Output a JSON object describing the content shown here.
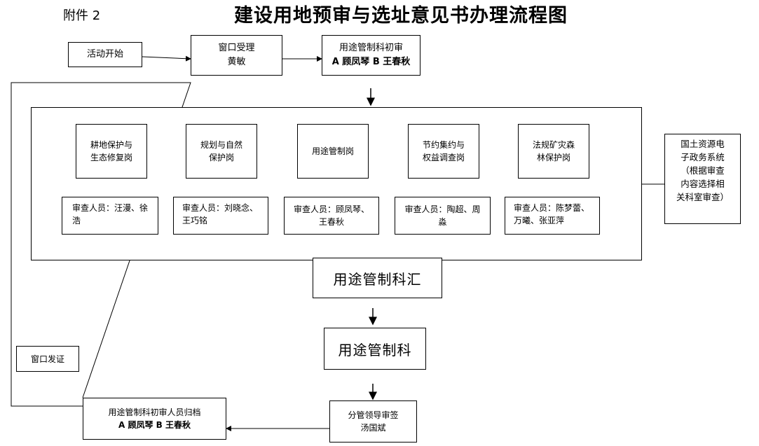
{
  "attachment_label": "附件 2",
  "title": "建设用地预审与选址意见书办理流程图",
  "start": "活动开始",
  "window_accept": {
    "line1": "窗口受理",
    "line2": "黄敏"
  },
  "initial_review": {
    "line1": "用途管制科初审",
    "line2": "A 顾凤琴 B 王春秋"
  },
  "posts": [
    {
      "title_l1": "耕地保护与",
      "title_l2": "生态修复岗",
      "rev_l1": "审查人员：汪漫、徐",
      "rev_l2": "浩"
    },
    {
      "title_l1": "规划与自然",
      "title_l2": "保护岗",
      "rev_l1": "审查人员：刘晓念、",
      "rev_l2": "王巧铭"
    },
    {
      "title_l1": "用途管制岗",
      "title_l2": "",
      "rev_l1": "审查人员：顾凤琴、",
      "rev_l2": "王春秋"
    },
    {
      "title_l1": "节约集约与",
      "title_l2": "权益调查岗",
      "rev_l1": "审查人员：陶超、周",
      "rev_l2": "淼"
    },
    {
      "title_l1": "法规矿灾森",
      "title_l2": "林保护岗",
      "rev_l1": "审查人员：陈梦蕾、",
      "rev_l2": "万曦、张亚萍"
    }
  ],
  "system_note": {
    "l1": "国土资源电",
    "l2": "子政务系统",
    "l3": "（根据审查",
    "l4": "内容选择相",
    "l5": "关科室审查）"
  },
  "summary": "用途管制科汇",
  "control_dept": "用途管制科",
  "leader_review": {
    "line1": "分管领导审签",
    "line2": "汤国斌"
  },
  "archive": {
    "line1": "用途管制科初审人员归档",
    "line2": "A 顾凤琴 B 王春秋"
  },
  "window_issue": "窗口发证"
}
